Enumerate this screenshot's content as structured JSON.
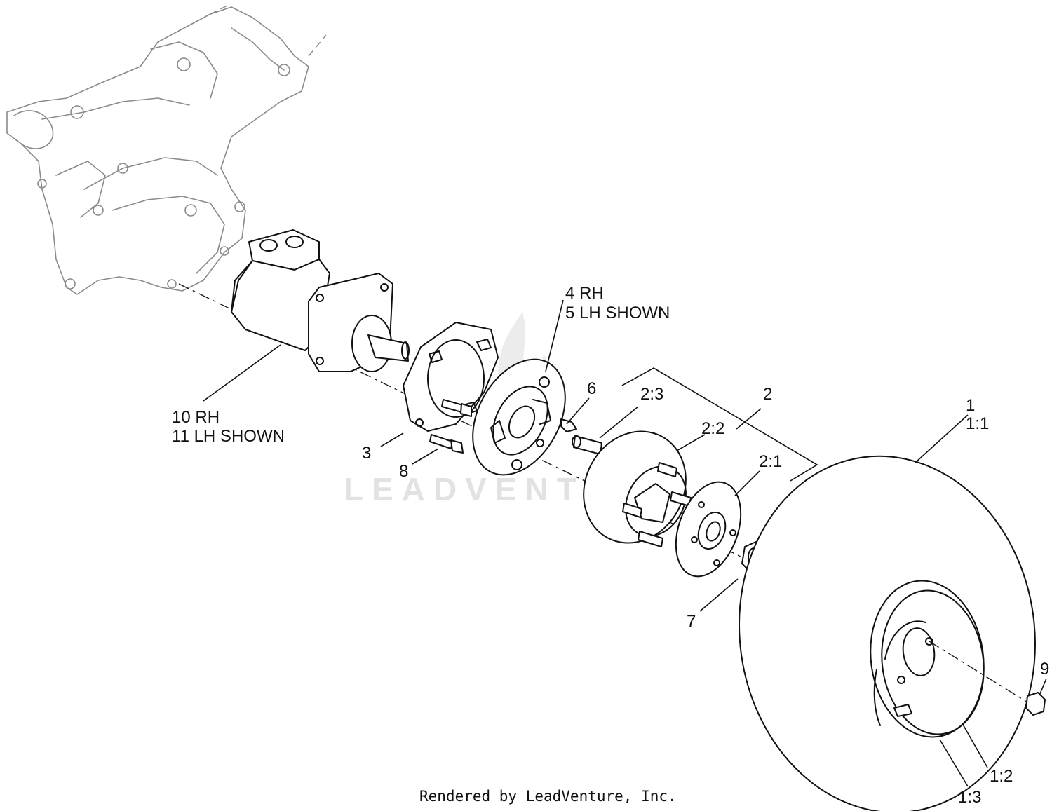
{
  "watermark": "LEADVENTURE",
  "footer": "Rendered by LeadVenture, Inc.",
  "callouts": {
    "c_1": "1",
    "c_1_1": "1:1",
    "c_1_2": "1:2",
    "c_1_3": "1:3",
    "c_2": "2",
    "c_2_1": "2:1",
    "c_2_2": "2:2",
    "c_2_3": "2:3",
    "c_3": "3",
    "c_4": "4 RH",
    "c_5": "5 LH SHOWN",
    "c_6": "6",
    "c_7": "7",
    "c_8": "8",
    "c_9": "9",
    "c_10": "10 RH",
    "c_11": "11 LH SHOWN"
  }
}
